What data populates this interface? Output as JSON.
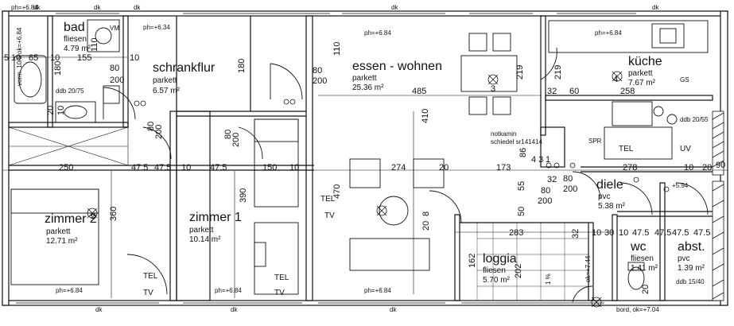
{
  "rooms": {
    "bad": {
      "name": "bad",
      "finish": "fliesen",
      "area": "4.79 m²"
    },
    "schrankflur": {
      "name": "schrankflur",
      "finish": "parkett",
      "area": "6.57 m²"
    },
    "essen": {
      "name": "essen - wohnen",
      "finish": "parkett",
      "area": "25.36 m²"
    },
    "kueche": {
      "name": "küche",
      "finish": "parkett",
      "area": "7.67 m²"
    },
    "zimmer2": {
      "name": "zimmer 2",
      "finish": "parkett",
      "area": "12.71 m²"
    },
    "zimmer1": {
      "name": "zimmer 1",
      "finish": "parkett",
      "area": "10.14 m²"
    },
    "loggia": {
      "name": "loggia",
      "finish": "fliesen",
      "area": "5.70 m²"
    },
    "diele": {
      "name": "diele",
      "finish": "pvc",
      "area": "5.38 m²"
    },
    "wc": {
      "name": "wc",
      "finish": "fliesen",
      "area": "1.41 m²"
    },
    "abst": {
      "name": "abst.",
      "finish": "pvc",
      "area": "1.39 m²"
    }
  },
  "labels": {
    "ph_bad": "ph=+6.84",
    "ph_schrank": "ph=+6.34",
    "ph_essen": "ph=+6.84",
    "ph_kueche": "ph=+6.84",
    "ph_z2": "ph=+6.84",
    "ph_z1": "ph=+6.84",
    "ph_we": "ph=+6.84",
    "dk": "dk",
    "ddb_bad": "ddb 20/75",
    "ddb_kueche": "ddb 20/55",
    "ddb_abst": "ddb 15/40",
    "notkamin": "notkamin",
    "schiedel": "schiedel sr141414",
    "bord": "bord, ok=+7.04",
    "dl594": "+5.94",
    "vm": "VM",
    "spr": "SPR",
    "gs": "GS",
    "uv": "UV",
    "tel": "TEL",
    "tv": "TV",
    "vorm": "vorm. 10/5 ok=+6.84",
    "loggia_744": "ok=+7.44",
    "loggia_pct": "1 %"
  },
  "dimensions": {
    "d510": "5",
    "d10": "10",
    "d65": "65",
    "d155": "155",
    "d180": "180",
    "d110": "110",
    "d200": "200",
    "d80": "80",
    "d20": "20",
    "d219": "219",
    "d485": "485",
    "d32": "32",
    "d60": "60",
    "d258": "258",
    "d250": "250",
    "d475": "47.5",
    "d150": "150",
    "d274": "274",
    "d2010": "20",
    "d173": "173",
    "d86": "86",
    "d278": "278",
    "d90": "90",
    "d360": "360",
    "d390": "390",
    "d470": "470",
    "d410": "410",
    "d55": "55",
    "d50": "50",
    "d283": "283",
    "d30": "30",
    "d162": "162",
    "d202": "202",
    "d8": "8",
    "d43": "4 3",
    "d1": "1",
    "d3": "3",
    "d4": "4",
    "d2": "2"
  }
}
